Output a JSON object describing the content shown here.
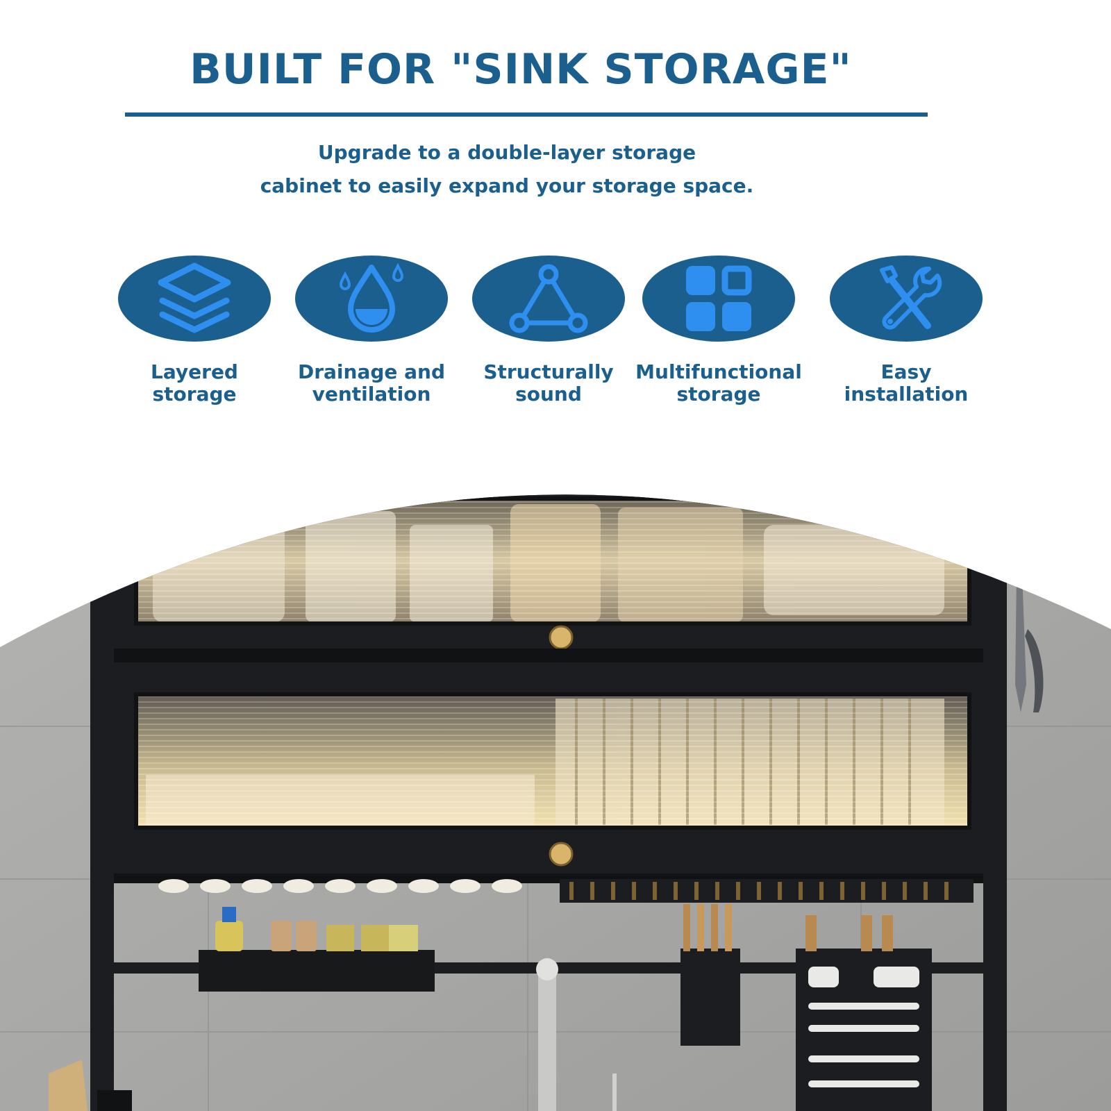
{
  "headline": "BUILT FOR \"SINK STORAGE\"",
  "subtitle": {
    "line1": "Upgrade to a double-layer storage",
    "line2": "cabinet to easily expand your storage space."
  },
  "features": [
    {
      "icon": "layers-icon",
      "line1": "Layered",
      "line2": "storage"
    },
    {
      "icon": "water-drop-icon",
      "line1": "Drainage and",
      "line2": "ventilation"
    },
    {
      "icon": "triangle-structure-icon",
      "line1": "Structurally",
      "line2": "sound"
    },
    {
      "icon": "grid-modules-icon",
      "line1": "Multifunctional",
      "line2": "storage"
    },
    {
      "icon": "tools-icon",
      "line1": "Easy",
      "line2": "installation"
    }
  ],
  "colors": {
    "brand_blue": "#1b5f8e",
    "icon_blue": "#2e8ff0",
    "cabinet_black": "#1c1d20",
    "wall_grey": "#a9a9a7"
  }
}
